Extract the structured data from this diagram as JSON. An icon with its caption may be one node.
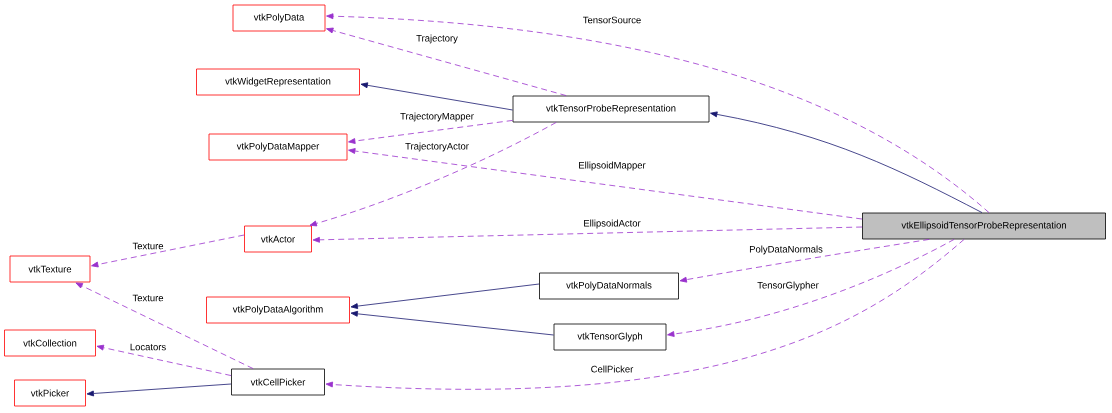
{
  "diagram": {
    "nodes": [
      {
        "text": [
          "vtkPolyData"
        ]
      },
      {
        "text": [
          "vtkWidgetRepresentation"
        ]
      },
      {
        "text": [
          "vtkTensorProbeRepresentation"
        ]
      },
      {
        "text": [
          "vtkPolyDataMapper"
        ]
      },
      {
        "text": [
          "vtkEllipsoidTensorProbeRepresentation"
        ]
      },
      {
        "text": [
          "vtkActor"
        ]
      },
      {
        "text": [
          "vtkTexture"
        ]
      },
      {
        "text": [
          "vtkPolyDataNormals"
        ]
      },
      {
        "text": [
          "vtkPolyDataAlgorithm"
        ]
      },
      {
        "text": [
          "vtkTensorGlyph"
        ]
      },
      {
        "text": [
          "vtkCollection"
        ]
      },
      {
        "text": [
          "vtkCellPicker"
        ]
      },
      {
        "text": [
          "vtkPicker"
        ]
      }
    ],
    "edges": [
      {
        "from": 2,
        "to": 1,
        "arrow": "to",
        "color": "#191970"
      },
      {
        "from": 4,
        "to": 2,
        "arrow": "to",
        "color": "#191970"
      },
      {
        "from": 4,
        "to": 0,
        "arrow": "to",
        "style": "dashed",
        "label": "TensorSource"
      },
      {
        "from": 2,
        "to": 0,
        "arrow": "to",
        "style": "dashed",
        "label": "Trajectory"
      },
      {
        "from": 2,
        "to": 3,
        "arrow": "to",
        "style": "dashed",
        "label": "TrajectoryMapper"
      },
      {
        "from": 2,
        "to": 5,
        "arrow": "to",
        "style": "dashed",
        "label": "TrajectoryActor"
      },
      {
        "from": 4,
        "to": 3,
        "arrow": "to",
        "style": "dashed",
        "label": "EllipsoidMapper"
      },
      {
        "from": 4,
        "to": 5,
        "arrow": "to",
        "style": "dashed",
        "label": "EllipsoidActor"
      },
      {
        "from": 4,
        "to": 7,
        "arrow": "to",
        "style": "dashed",
        "label": "PolyDataNormals"
      },
      {
        "from": 4,
        "to": 9,
        "arrow": "to",
        "style": "dashed",
        "label": "TensorGlypher"
      },
      {
        "from": 4,
        "to": 11,
        "arrow": "to",
        "style": "dashed",
        "label": "CellPicker"
      },
      {
        "from": 5,
        "to": 6,
        "arrow": "to",
        "style": "dashed",
        "label": "Texture"
      },
      {
        "from": 11,
        "to": 6,
        "arrow": "to",
        "style": "dashed",
        "label": "Texture"
      },
      {
        "from": 11,
        "to": 10,
        "arrow": "to",
        "style": "dashed",
        "label": "Locators"
      },
      {
        "from": 11,
        "to": 12,
        "arrow": "to",
        "color": "#191970"
      },
      {
        "from": 7,
        "to": 8,
        "arrow": "to",
        "color": "#191970"
      },
      {
        "from": 9,
        "to": 8,
        "arrow": "to",
        "color": "#191970"
      }
    ]
  }
}
